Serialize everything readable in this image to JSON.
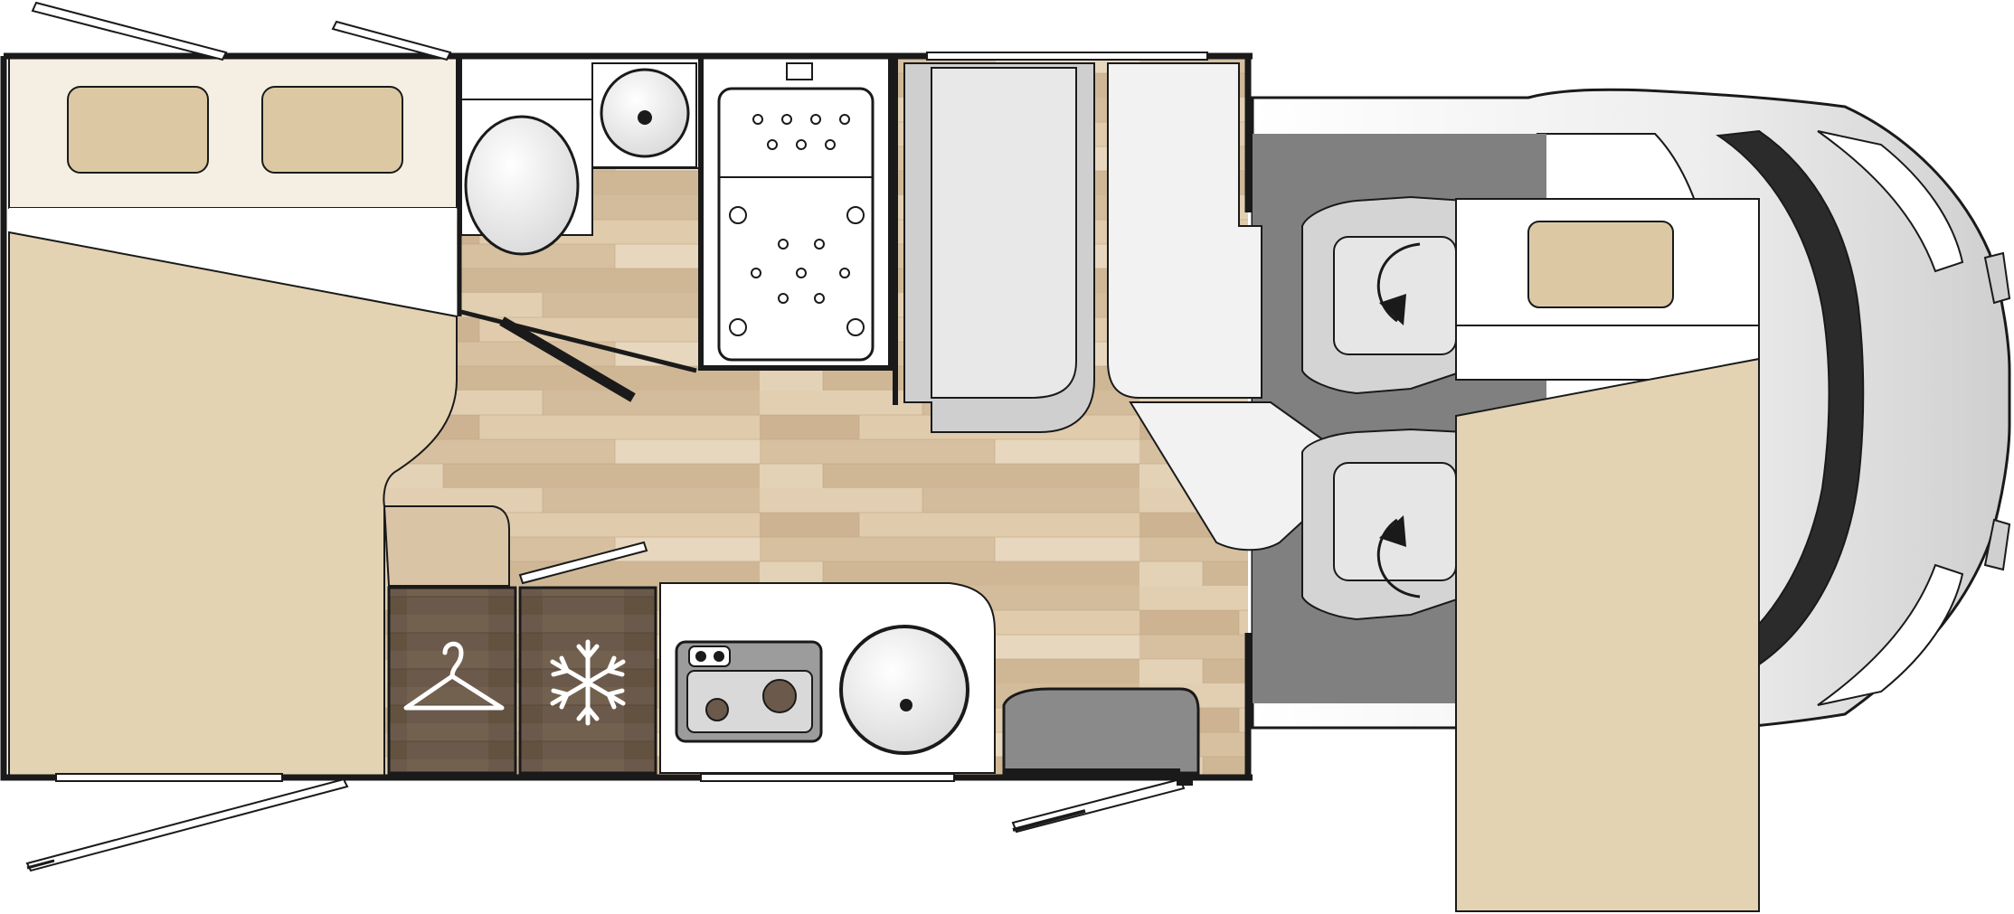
{
  "plan": {
    "colors": {
      "wall": "#1a1a1a",
      "floor_wood": "#d9c4a6",
      "floor_plank_light": "#e6d5bb",
      "floor_plank_dark": "#c9b08e",
      "cab_floor": "#808080",
      "bed_mattress": "#e3d3b3",
      "bed_headboard": "#f4efe2",
      "bed_pillow": "#dcc9a4",
      "cabinet_dark": "#6b5a4c",
      "seat_grey": "#d4d4d4",
      "bench_light": "#f2f2f2",
      "vehicle_body": "#e8e8e8",
      "windshield": "#2b2b2b"
    },
    "rooms": [
      "rear-bed",
      "washroom-toilet",
      "shower",
      "lounge-bench",
      "galley",
      "cab",
      "drop-down-bed"
    ],
    "icons": [
      "hanger-icon",
      "snowflake-icon",
      "rotation-arrow-icon",
      "hob-icon",
      "sink-icon",
      "shower-tray-icon"
    ]
  }
}
